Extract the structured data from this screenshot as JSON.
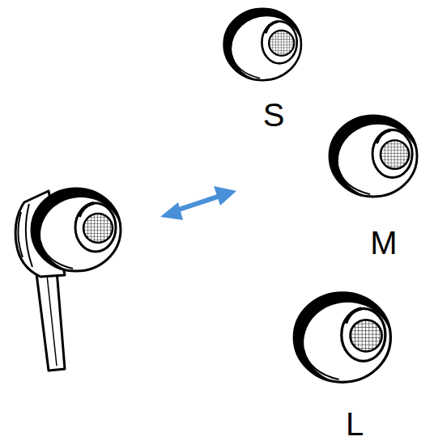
{
  "diagram": {
    "labels": [
      "S",
      "M",
      "L"
    ]
  }
}
